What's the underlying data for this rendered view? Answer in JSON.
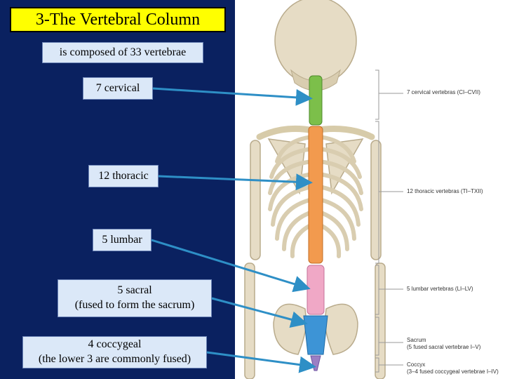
{
  "title": "3-The Vertebral Column",
  "subtitle": "is composed of 33 vertebrae",
  "labels": {
    "cervical": "7 cervical",
    "thoracic": "12 thoracic",
    "lumbar": "5 lumbar",
    "sacral_1": "5 sacral",
    "sacral_2": "(fused to form the sacrum)",
    "coccygeal_1": "4 coccygeal",
    "coccygeal_2": "(the lower 3 are commonly fused)"
  },
  "figure_labels": {
    "cervical": "7 cervical vertebras (CI–CVII)",
    "thoracic": "12 thoracic vertebras (TI–TXII)",
    "lumbar": "5 lumbar vertebras (LI–LV)",
    "sacrum_1": "Sacrum",
    "sacrum_2": "(5 fused sacral vertebrae I–V)",
    "coccyx_1": "Coccyx",
    "coccyx_2": "(3–4 fused coccygeal vertebrae I–IV)"
  },
  "colors": {
    "background_left": "#0a2160",
    "title_bg": "#ffff00",
    "box_bg": "#dbe8f8",
    "arrow": "#2e8fc6",
    "bone": "#e6dcc5",
    "cervical": "#7cbf4a",
    "thoracic": "#f29a4e",
    "lumbar": "#f0a8c6",
    "sacrum": "#3d94d6",
    "coccyx": "#9b7fc4"
  }
}
